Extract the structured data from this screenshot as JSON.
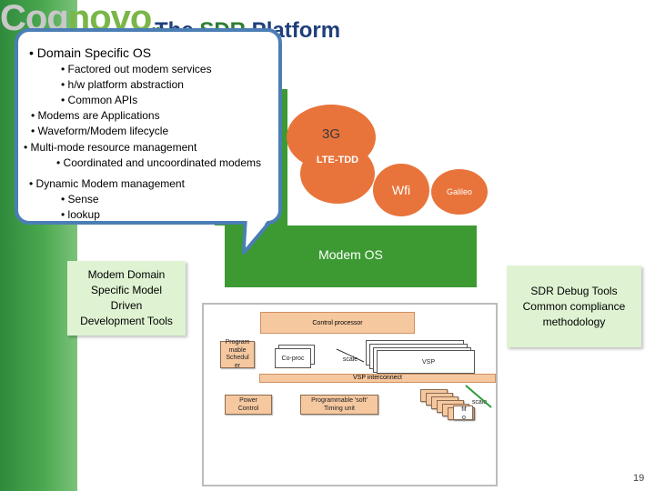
{
  "header": {
    "logo_part1": "Cog",
    "logo_part2": "novo",
    "logo_part3": "...",
    "title_prefix": "The ",
    "title_sdr": "SDR",
    "title_suffix": " Platform"
  },
  "callout": {
    "lines": [
      "• Domain Specific  OS",
      "• Factored out modem services",
      "• h/w platform abstraction",
      "• Common APIs",
      "• Modems are Applications",
      "• Waveform/Modem lifecycle",
      "• Multi-mode resource management",
      "• Coordinated and uncoordinated modems",
      "• Dynamic Modem management",
      "• Sense",
      "• lookup"
    ]
  },
  "modems": {
    "m3g": "3G",
    "lte": "LTE-TDD",
    "wifi": "Wfi",
    "galileo": "Galileo",
    "modem_os": "Modem OS"
  },
  "colors": {
    "green": "#3d9a33",
    "orange": "#e8743b",
    "callout_border": "#4a7eb5",
    "panel": "#dff3d2",
    "block": "#f6c8a0"
  },
  "panels": {
    "left": [
      "Modem Domain",
      "Specific Model",
      "Driven",
      "Development Tools"
    ],
    "right": [
      "SDR Debug Tools",
      "Common compliance",
      "methodology"
    ]
  },
  "diagram": {
    "control_processor": "Control processor",
    "programmable_scheduler": [
      "Program",
      "mable",
      "Schedul",
      "er"
    ],
    "coproc": "Co-proc",
    "scale": "scale",
    "vsp": "VSP",
    "vsp_interconnect": "VSP interconnect",
    "power_control": [
      "Power",
      "Control"
    ],
    "timing_unit": [
      "Programmable 'soft'",
      "Timing unit"
    ],
    "scale2": "scale",
    "fifo": [
      "fif",
      "o"
    ]
  },
  "page_number": "19"
}
